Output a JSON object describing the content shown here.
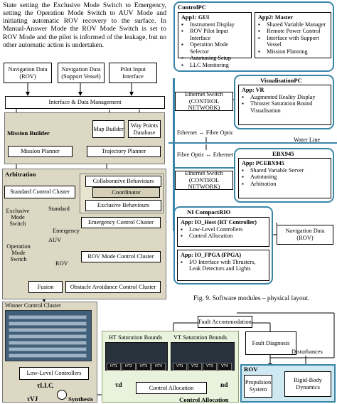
{
  "intro_text": "State setting the Exclusive Mode Switch to Emergency, setting the Operation Mode Switch to AUV Mode and initiating automatic ROV recovery to the surface. In Manual-Answer Mode the ROV Mode Switch is set to ROV Mode and the pilot is informed of the leakage, but no other automatic action is undertaken.",
  "inputs": {
    "nav_rov": "Navigation Data (ROV)",
    "nav_vessel": "Navigation Data (Support Vessel)",
    "pilot": "Pilot Input Interface"
  },
  "interface_data": "Interface & Data Management",
  "mission_builder": {
    "title": "Mission Builder",
    "map_builder": "Map Builder",
    "waypoints": "Way Points Database",
    "mission_planner": "Mission Planner",
    "trajectory_planner": "Trajectory Planner"
  },
  "arbitration": {
    "title": "Arbitration",
    "collaborative": "Collaborative Behaviours",
    "coordinator": "Coordinator",
    "exclusive": "Exclusive Behaviours",
    "standard_cluster": "Standard Control Cluster",
    "exclusive_switch": "Exclusive Mode Switch",
    "standard": "Standard",
    "emergency": "Emergency",
    "emergency_cluster": "Emergency Control Cluster",
    "auv": "AUV",
    "operation_switch": "Operation Mode Switch",
    "rov": "ROV",
    "rov_cluster": "ROV Mode Control Cluster",
    "fusion": "Fusion",
    "obstacle": "Obstacle Avoidance Control Cluster"
  },
  "synthesis": {
    "winner": "Winner Control Cluster",
    "low_level": "Low-Level Controllers",
    "tau_llc": "τLLC",
    "tau_vj": "τVJ",
    "plus": "+",
    "title": "Synthesis"
  },
  "control_allocation": {
    "fault_accommodation": "Fault Accommodation",
    "ht_bounds": "HT Saturation Bounds",
    "vt_bounds": "VT Saturation Bounds",
    "tau_d": "τd",
    "control_allocation": "Control Allocation",
    "n_d": "nd",
    "title": "Control Allocation",
    "fault_diagnosis": "Fault Diagnosis",
    "disturbances": "Disturbances",
    "rov": "ROV",
    "propulsion": "Propulsion System",
    "rigid_body": "Rigid-Body Dynamics",
    "ht_cells": [
      "HT1",
      "HT2",
      "HT3",
      "HT4"
    ],
    "vt_cells": [
      "VT1",
      "VT2",
      "VT3",
      "VT4"
    ]
  },
  "control_pc": {
    "title": "ControlPC",
    "app1_title": "App1: GUI",
    "app1_items": [
      "Instrument Display",
      "ROV Pilot Input Interface",
      "Operation Mode Selector",
      "Autotuning Setup",
      "LLC Monitoring"
    ],
    "app2_title": "App2: Master",
    "app2_items": [
      "Shared Variable Manager",
      "Remote Power Control",
      "Interface with Support Vessel",
      "Mission Planning"
    ],
    "switch": "Ethernet Switch (CONTROL NETWORK)"
  },
  "vis_pc": {
    "title": "VisualisationPC",
    "app_title": "App: VR",
    "items": [
      "Augmented Reality Display",
      "Thruster Saturation Bound Visualisation"
    ]
  },
  "ether_fibre": "Ethernet ↔ Fibre Optic",
  "water_line": "Water Line",
  "fibre_ether": "Fibre Optic ↔ Ethernet",
  "ebx": {
    "title": "EBX945",
    "app_title": "App: PCEBX945",
    "items": [
      "Shared Variable Server",
      "Autotuning",
      "Arbitration"
    ],
    "switch": "Ethernet Switch (CONTROL NETWORK)"
  },
  "crio": {
    "title": "NI CompactRIO",
    "app1_title": "App: IO_Host (RT Controller)",
    "app1_items": [
      "Low-Level Controllers",
      "Control Allocation"
    ],
    "app2_title": "App: IO_FPGA (FPGA)",
    "app2_items": [
      "I/O Interface with Thrusters, Leak Detectors and Lights"
    ]
  },
  "nav_data_rov": "Navigation Data (ROV)",
  "caption": "Fig. 9. Software modules – physical layout."
}
